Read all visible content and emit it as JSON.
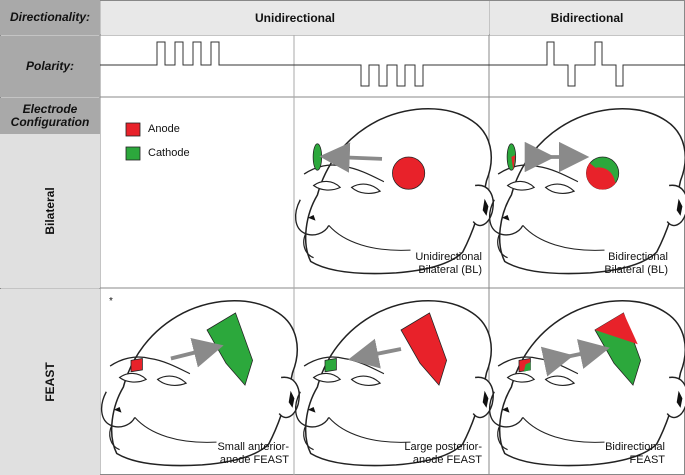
{
  "header": {
    "directionality_label": "Directionality:",
    "unidirectional_label": "Unidirectional",
    "bidirectional_label": "Bidirectional",
    "polarity_label": "Polarity:",
    "electrode_config_label_1": "Electrode",
    "electrode_config_label_2": "Configuration"
  },
  "rows": {
    "bilateral_label": "Bilateral",
    "feast_label": "FEAST"
  },
  "legend": {
    "anode_label": "Anode",
    "cathode_label": "Cathode",
    "anode_color": "#e8222a",
    "cathode_color": "#2ca83c"
  },
  "captions": {
    "uni_bl_line1": "Unidirectional",
    "uni_bl_line2": "Bilateral (BL)",
    "bi_bl_line1": "Bidirectional",
    "bi_bl_line2": "Bilateral (BL)",
    "small_feast_line1": "Small anterior-",
    "small_feast_line2": "anode FEAST",
    "large_feast_line1": "Large posterior-",
    "large_feast_line2": "anode FEAST",
    "bi_feast_line1": "Bidirectional",
    "bi_feast_line2": "FEAST"
  },
  "asterisk": "*",
  "colors": {
    "header_dark": "#a9a9a9",
    "header_light": "#e8e8e8",
    "arrow": "#8a8a8a"
  }
}
